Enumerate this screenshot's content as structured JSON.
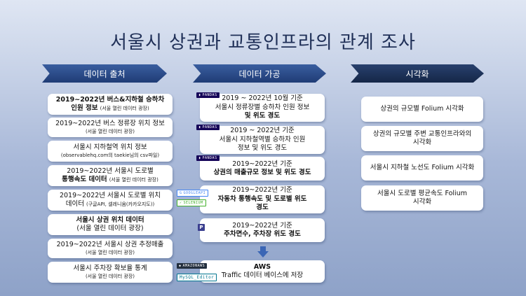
{
  "title": "서울시 상권과 교통인프라의 관계 조사",
  "columns": {
    "source": "데이터 출처",
    "processing": "데이터 가공",
    "visualization": "시각화"
  },
  "sources": [
    {
      "l1": "2019~2022년 버스&지하철 승하차",
      "l2": "인원 정보",
      "small": "(서울 열린 데이터 광장)"
    },
    {
      "l1": "2019~2022년 버스 정류장 위치 정보",
      "small": "(서울 열린 데이터 광장)"
    },
    {
      "l1": "서울시 지하철역 위치 정보",
      "small": "(observablehq.com의 taekie님의 csv파일)"
    },
    {
      "l1": "2019~2022년 서울시 도로별",
      "l2": "통행속도 데이터",
      "small": "(서울 열린 데이터 광장)"
    },
    {
      "l1": "2019~2022년 서울시 도로별 위치",
      "l2": "데이터",
      "small": "(구글API, 셀레니움(카카오지도))"
    },
    {
      "l1": "서울시 상권 위치 데이터",
      "l2": "(서울 열린 데이터 광장)"
    },
    {
      "l1": "2019~2022년 서울시 상권 추정매출",
      "small": "(서울 열린 데이터 광장)"
    },
    {
      "l1": "서울시 주차장 확보율 통계",
      "small": "(서울 열린 데이터 광장)"
    }
  ],
  "processing": [
    {
      "l1": "2019 ~ 2022년 10월 기준",
      "l2": "서울시 정류장별 승하차 인원 정보",
      "l3": "및 위도 경도"
    },
    {
      "l1": "2019 ~ 2022년 기준",
      "l2": "서울시 지하철역별 승하차 인원",
      "l3": "정보 및 위도 경도"
    },
    {
      "l1": "2019~2022년 기준",
      "l2": "상권의 매출규모 정보 및 위도 경도"
    },
    {
      "l1": "2019~2022년 기준",
      "l2": "자동차 통행속도 및 도로별 위도",
      "l3": "경도"
    },
    {
      "l1": "2019~2022년 기준",
      "l2": "주차면수, 주차장 위도 경도"
    },
    {
      "l1": "AWS",
      "l2": "Traffic 데이터 베이스에 저장"
    }
  ],
  "badges": {
    "pandas": "PANDAS",
    "google": "GOOGLEAPI",
    "selenium": "SELENIUM",
    "parking": "P",
    "aws": "AMAZONAWS",
    "mysql": "MySQL_Editor"
  },
  "visualization": [
    {
      "l1": "상권의 규모별 Folium 시각화"
    },
    {
      "l1": "상권의 규모별 주변 교통인프라와의",
      "l2": "시각화"
    },
    {
      "l1": "서울시 지하철 노선도 Folium 시각화"
    },
    {
      "l1": "서울시 도로별 평균속도 Folium",
      "l2": "시각화"
    }
  ],
  "colors": {
    "arrow": "#2b4d8f",
    "title": "#1f2f57"
  }
}
